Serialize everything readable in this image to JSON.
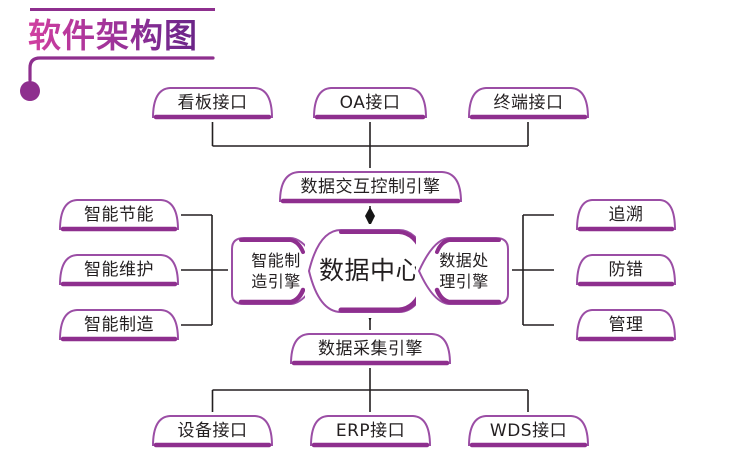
{
  "title": {
    "text": "软件架构图",
    "gradient_from": "#d13fa0",
    "gradient_to": "#6a2487",
    "rule_color": "#8e2f8e"
  },
  "theme": {
    "frame_top_stroke": "#9b4ea5",
    "frame_bottom_stroke": "#8e2f8e",
    "frame_accent": "#a23ca0",
    "connector_color": "#231f20",
    "text_color": "#231f20",
    "background": "#ffffff"
  },
  "diagram": {
    "type": "architecture-block-diagram",
    "top_interfaces": [
      {
        "id": "kanban-interface",
        "label": "看板接口"
      },
      {
        "id": "oa-interface",
        "label": "OA接口"
      },
      {
        "id": "terminal-interface",
        "label": "终端接口"
      }
    ],
    "interaction_engine": {
      "id": "data-interaction-control-engine",
      "label": "数据交互控制引擎"
    },
    "core": {
      "left_engine": {
        "id": "intelligent-manufacturing-engine",
        "label": "智能制造引擎",
        "lines": [
          "智能制",
          "造引擎"
        ]
      },
      "center": {
        "id": "data-center",
        "label": "数据中心"
      },
      "right_engine": {
        "id": "data-processing-engine",
        "label": "数据处理引擎",
        "lines": [
          "数据处",
          "理引擎"
        ]
      }
    },
    "left_modules": [
      {
        "id": "intelligent-energy-saving",
        "label": "智能节能"
      },
      {
        "id": "intelligent-maintenance",
        "label": "智能维护"
      },
      {
        "id": "intelligent-manufacturing",
        "label": "智能制造"
      }
    ],
    "right_modules": [
      {
        "id": "traceability",
        "label": "追溯"
      },
      {
        "id": "error-proofing",
        "label": "防错"
      },
      {
        "id": "management",
        "label": "管理"
      }
    ],
    "collection_engine": {
      "id": "data-collection-engine",
      "label": "数据采集引擎"
    },
    "bottom_interfaces": [
      {
        "id": "equipment-interface",
        "label": "设备接口"
      },
      {
        "id": "erp-interface",
        "label": "ERP接口"
      },
      {
        "id": "wds-interface",
        "label": "WDS接口"
      }
    ]
  }
}
